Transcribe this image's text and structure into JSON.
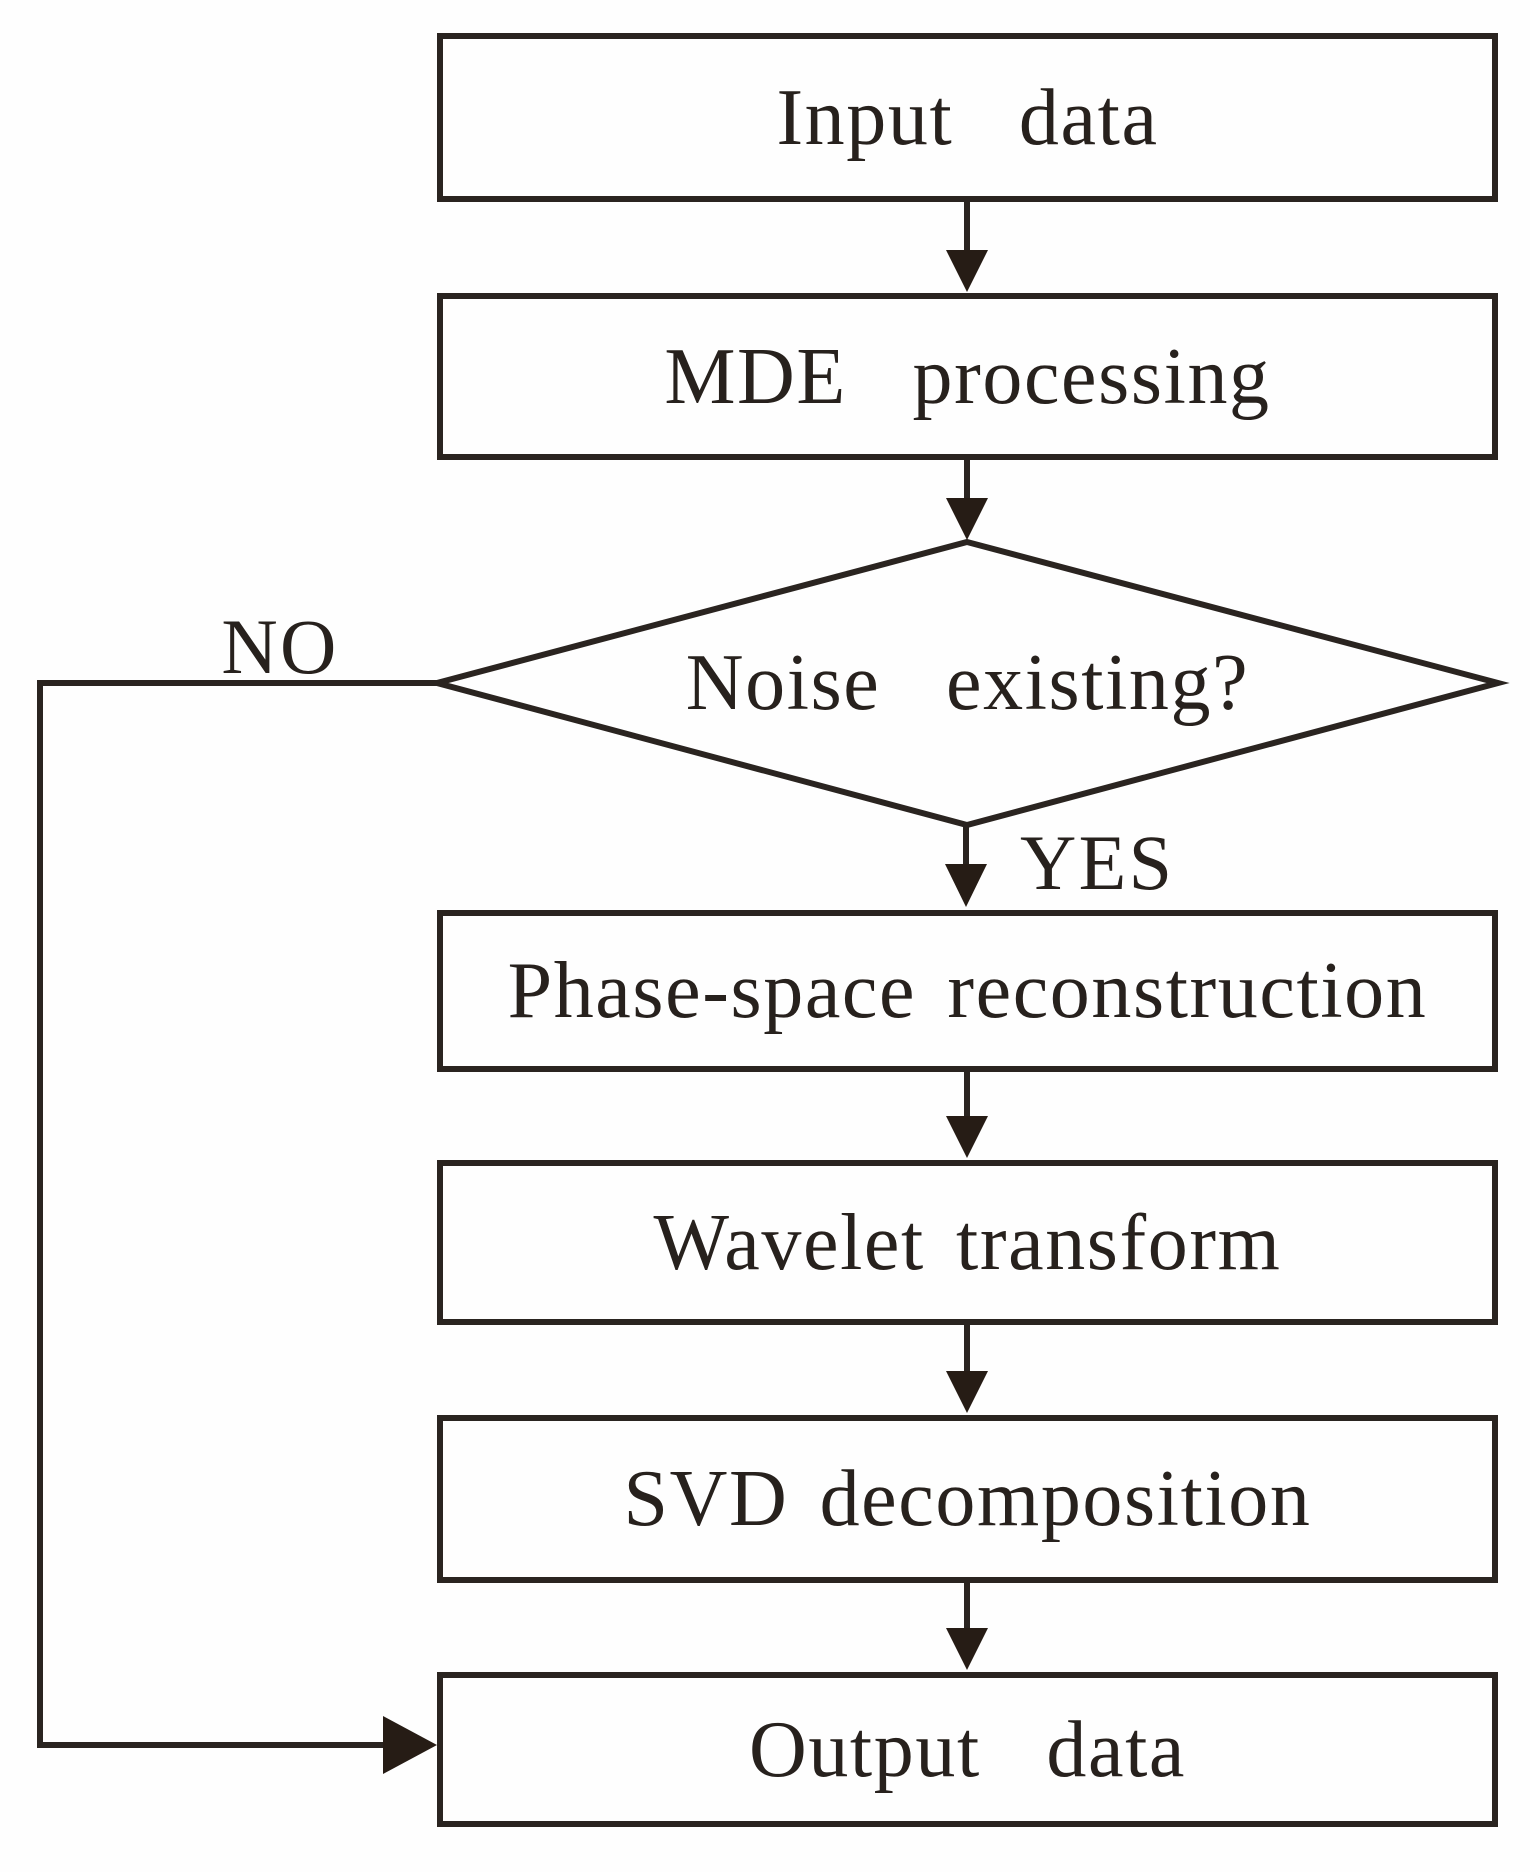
{
  "diagram": {
    "type": "flowchart",
    "colors": {
      "ink": "#2a2420",
      "background": "#fefefe"
    },
    "nodes": [
      {
        "id": "input",
        "shape": "rect",
        "label": "Input data"
      },
      {
        "id": "mde",
        "shape": "rect",
        "label": "MDE processing"
      },
      {
        "id": "noise",
        "shape": "diamond",
        "label": "Noise existing?"
      },
      {
        "id": "phase",
        "shape": "rect",
        "label": "Phase-space reconstruction"
      },
      {
        "id": "wavelet",
        "shape": "rect",
        "label": "Wavelet transform"
      },
      {
        "id": "svd",
        "shape": "rect",
        "label": "SVD decomposition"
      },
      {
        "id": "output",
        "shape": "rect",
        "label": "Output data"
      }
    ],
    "edges": [
      {
        "from": "input",
        "to": "mde",
        "label": ""
      },
      {
        "from": "mde",
        "to": "noise",
        "label": ""
      },
      {
        "from": "noise",
        "to": "phase",
        "label": "YES"
      },
      {
        "from": "noise",
        "to": "output",
        "label": "NO"
      },
      {
        "from": "phase",
        "to": "wavelet",
        "label": ""
      },
      {
        "from": "wavelet",
        "to": "svd",
        "label": ""
      },
      {
        "from": "svd",
        "to": "output",
        "label": ""
      }
    ],
    "labels": {
      "yes": "YES",
      "no": "NO"
    }
  }
}
